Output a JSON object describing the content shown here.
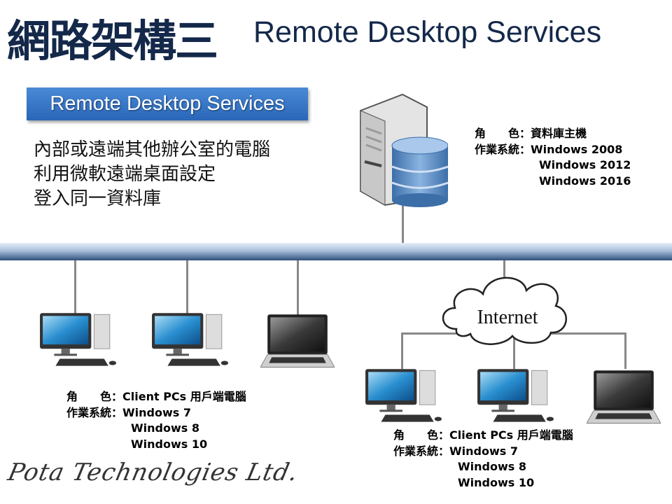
{
  "header": {
    "title_zh": "網路架構三",
    "title_en": "Remote Desktop Services"
  },
  "banner": {
    "label": "Remote Desktop Services"
  },
  "description": [
    "內部或遠端其他辦公室的電腦",
    "利用微軟遠端桌面設定",
    "登入同一資料庫"
  ],
  "server": {
    "role_label": "角　　色：",
    "role": "資料庫主機",
    "os_label": "作業系統：",
    "os": [
      "Windows 2008",
      "Windows 2012",
      "Windows 2016"
    ]
  },
  "cloud": {
    "label": "Internet"
  },
  "local_clients": {
    "role_label": "角　　色：",
    "role": "Client PCs 用戶端電腦",
    "os_label": "作業系統：",
    "os": [
      "Windows 7",
      "Windows 8",
      "Windows 10"
    ]
  },
  "remote_clients": {
    "role_label": "角　　色：",
    "role": "Client PCs 用戶端電腦",
    "os_label": "作業系統：",
    "os": [
      "Windows 7",
      "Windows 8",
      "Windows 10"
    ]
  },
  "footer": {
    "logo": "Pota Technologies Ltd."
  },
  "colors": {
    "title": "#14284a",
    "banner": "#3576c6"
  }
}
